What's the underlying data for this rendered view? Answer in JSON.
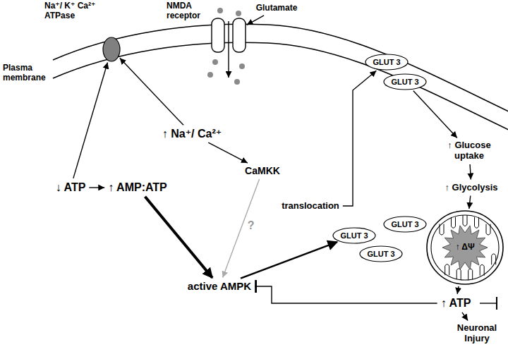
{
  "diagram": {
    "nodes": [
      {
        "text": [
          "Na⁺/ K⁺ Ca²⁺ ATPase"
        ]
      },
      {
        "text": [
          "NMDA receptor"
        ]
      },
      {
        "text": [
          "Glutamate"
        ]
      },
      {
        "text": [
          "GLUT 3"
        ]
      },
      {
        "text": [
          "GLUT 3"
        ]
      },
      {
        "text": [
          "↑ Na⁺/ Ca²⁺"
        ]
      },
      {
        "text": [
          "CaMKK"
        ]
      },
      {
        "text": [
          "↓ ATP"
        ]
      },
      {
        "text": [
          "↑ AMP:ATP"
        ]
      },
      {
        "text": [
          "translocation"
        ]
      },
      {
        "text": [
          "GLUT 3"
        ]
      },
      {
        "text": [
          "GLUT 3"
        ]
      },
      {
        "text": [
          "GLUT 3"
        ]
      },
      {
        "text": [
          "↑ Glucose uptake"
        ]
      },
      {
        "text": [
          "↑ Glycolysis"
        ]
      },
      {
        "text": [
          "↑ ΔΨ"
        ]
      },
      {
        "text": [
          "active AMPK"
        ]
      },
      {
        "text": [
          "↑ ATP"
        ]
      },
      {
        "text": [
          "Neuronal Injury"
        ]
      }
    ],
    "edges": [
      {
        "from": 2,
        "to": 1,
        "arrow": "to"
      },
      {
        "from": 5,
        "to": 0,
        "arrow": "to"
      },
      {
        "from": 7,
        "to": 0,
        "arrow": "to"
      },
      {
        "from": 7,
        "to": 8,
        "arrow": "to"
      },
      {
        "from": 5,
        "to": 6,
        "arrow": "to"
      },
      {
        "from": 6,
        "to": 16,
        "label": "?",
        "arrow": "to"
      },
      {
        "from": 8,
        "to": 16,
        "arrow": "to"
      },
      {
        "from": 16,
        "to": 10,
        "arrow": "to"
      },
      {
        "from": 9,
        "to": 3,
        "arrow": "to"
      },
      {
        "from": 4,
        "to": 13,
        "arrow": "to"
      },
      {
        "from": 13,
        "to": 14,
        "arrow": "to"
      },
      {
        "from": 14,
        "to": 15,
        "arrow": "to"
      },
      {
        "from": 15,
        "to": 17,
        "arrow": "to"
      },
      {
        "from": 17,
        "to": 16,
        "arrow": "to"
      },
      {
        "from": 17,
        "to": 18,
        "arrow": "to"
      }
    ],
    "labels": [
      "Plasma membrane"
    ]
  }
}
